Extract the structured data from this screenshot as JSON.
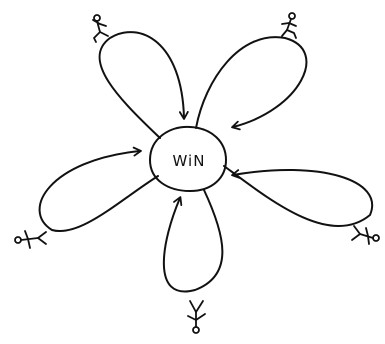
{
  "diagram": {
    "center_label": "WiN",
    "ink_color": "#111111",
    "background_color": "#ffffff",
    "petal_count": 5,
    "figures": [
      {
        "id": "top-left",
        "pose": "running",
        "icon": "stick-figure-running-icon"
      },
      {
        "id": "top-right",
        "pose": "running",
        "icon": "stick-figure-running-icon"
      },
      {
        "id": "right",
        "pose": "lying",
        "icon": "stick-figure-lying-icon"
      },
      {
        "id": "bottom",
        "pose": "standing",
        "icon": "stick-figure-standing-icon"
      },
      {
        "id": "left",
        "pose": "lying",
        "icon": "stick-figure-lying-icon"
      }
    ]
  }
}
